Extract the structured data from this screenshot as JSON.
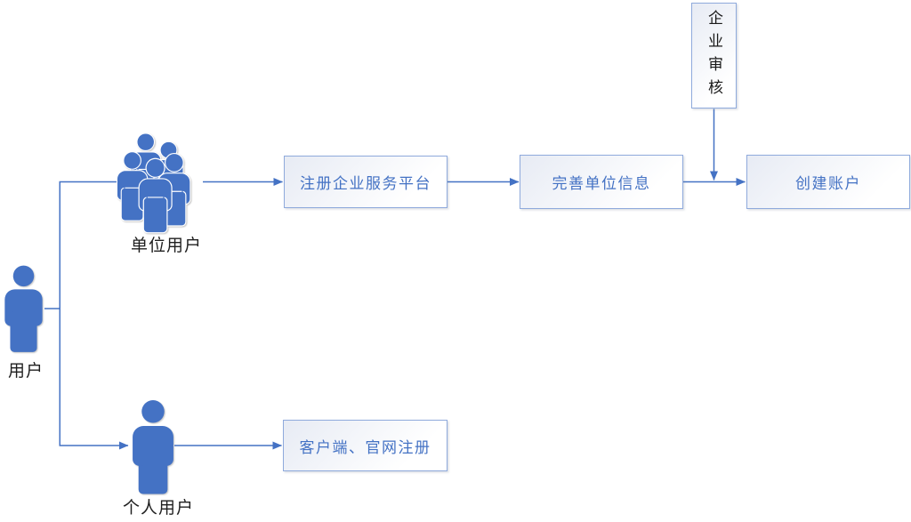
{
  "colors": {
    "accent": "#4472c4",
    "box-border": "#8faadc",
    "box-fill-start": "#e7ebf4",
    "box-fill-end": "#ffffff",
    "box-text": "#4472c4",
    "label-text": "#1f1f1f",
    "audit-text": "#1a1a1a",
    "background": "#ffffff"
  },
  "diagram": {
    "type": "flowchart",
    "nodes": {
      "user": {
        "label": "用户"
      },
      "org_user": {
        "label": "单位用户"
      },
      "personal_user": {
        "label": "个人用户"
      },
      "register_platform": {
        "label": "注册企业服务平台"
      },
      "complete_org_info": {
        "label": "完善单位信息"
      },
      "enterprise_audit": {
        "label": "企业审核"
      },
      "create_account": {
        "label": "创建账户"
      },
      "client_web_register": {
        "label": "客户端、官网注册"
      }
    }
  }
}
